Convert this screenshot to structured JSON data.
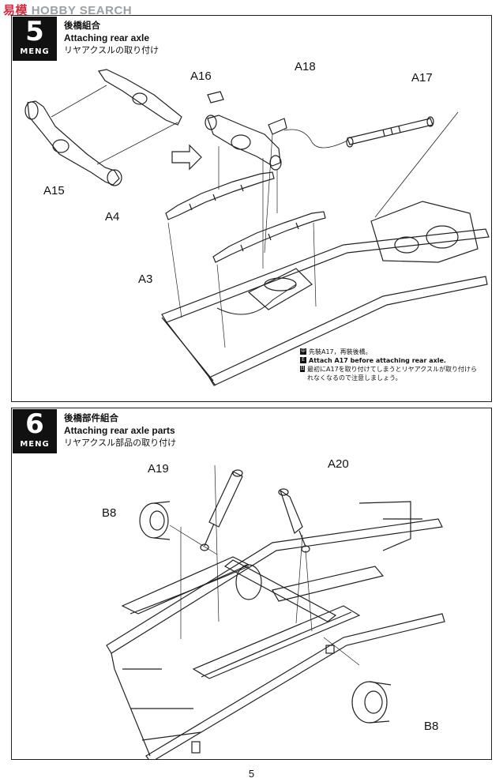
{
  "watermark": {
    "cn": "易",
    "cn2": "模",
    "en": "HOBBY SEARCH"
  },
  "steps": [
    {
      "number": "5",
      "brand": "MENG",
      "title_cn": "後橋組合",
      "title_en": "Attaching rear axle",
      "title_jp": "リヤアクスルの取り付け",
      "labels": {
        "a16": "A16",
        "a18": "A18",
        "a17": "A17",
        "a15": "A15",
        "a4": "A4",
        "a3": "A3"
      },
      "note": {
        "cn": "先裝A17，再裝後橋。",
        "en": "Attach A17 before attaching rear axle.",
        "jp": "最初にA17を取り付けてしまうとリヤアクスルが取り付けられなくなるので注意しましょう。",
        "icon_cn": "中",
        "icon_en": "E",
        "icon_jp": "日"
      }
    },
    {
      "number": "6",
      "brand": "MENG",
      "title_cn": "後橋部件組合",
      "title_en": "Attaching rear axle parts",
      "title_jp": "リヤアクスル部品の取り付け",
      "labels": {
        "a19": "A19",
        "a20": "A20",
        "b8_top": "B8",
        "b8_bottom": "B8"
      }
    }
  ],
  "page_number": "5"
}
